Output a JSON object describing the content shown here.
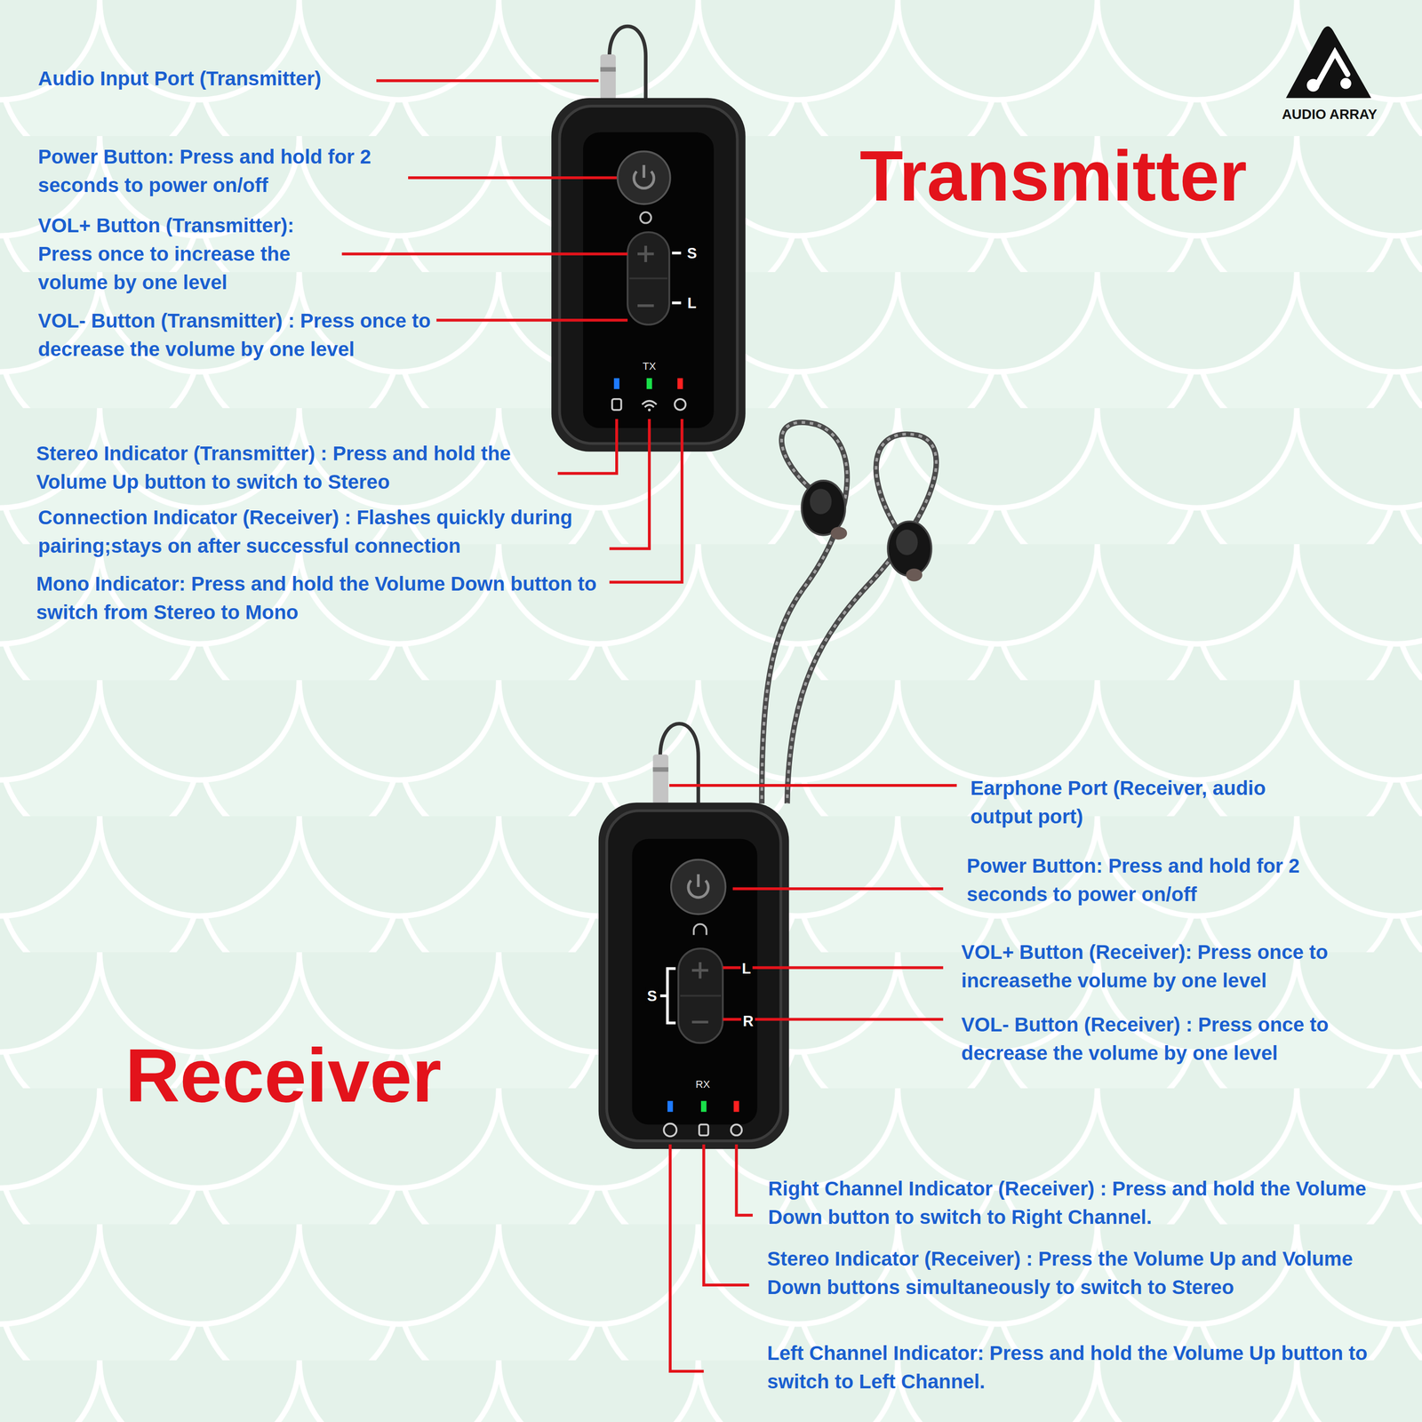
{
  "diagram": {
    "labels": [
      "AUDIO ARRAY",
      "Transmitter",
      "Audio Input Port (Transmitter)",
      "Power Button: Press and hold for 2 seconds to power on/off",
      "VOL+ Button (Transmitter): Press once to increase the volume by one level",
      "S",
      "L",
      "VOL- Button (Transmitter) : Press once to decrease the volume by one level",
      "TX",
      "Stereo Indicator (Transmitter) : Press and hold the Volume Up button to switch to Stereo",
      "Connection Indicator (Receiver) : Flashes quickly during pairing;stays on after successful connection",
      "Mono Indicator: Press and hold the Volume Down button to switch from Stereo to Mono",
      "Earphone Port (Receiver, audio output port)",
      "Power Button: Press and hold for 2 seconds to power on/off",
      "VOL+ Button (Receiver): Press once to increasethe volume by one level",
      "L",
      "S",
      "VOL- Button (Receiver) : Press once to decrease the volume by one level",
      "R",
      "Receiver",
      "RX",
      "Right Channel Indicator (Receiver) : Press and hold the Volume Down button to switch to Right Channel.",
      "Stereo Indicator (Receiver) : Press the Volume Up and Volume Down buttons simultaneously to switch to Stereo",
      "Left Channel Indicator: Press and hold the Volume Up button to switch to Left Channel."
    ]
  }
}
